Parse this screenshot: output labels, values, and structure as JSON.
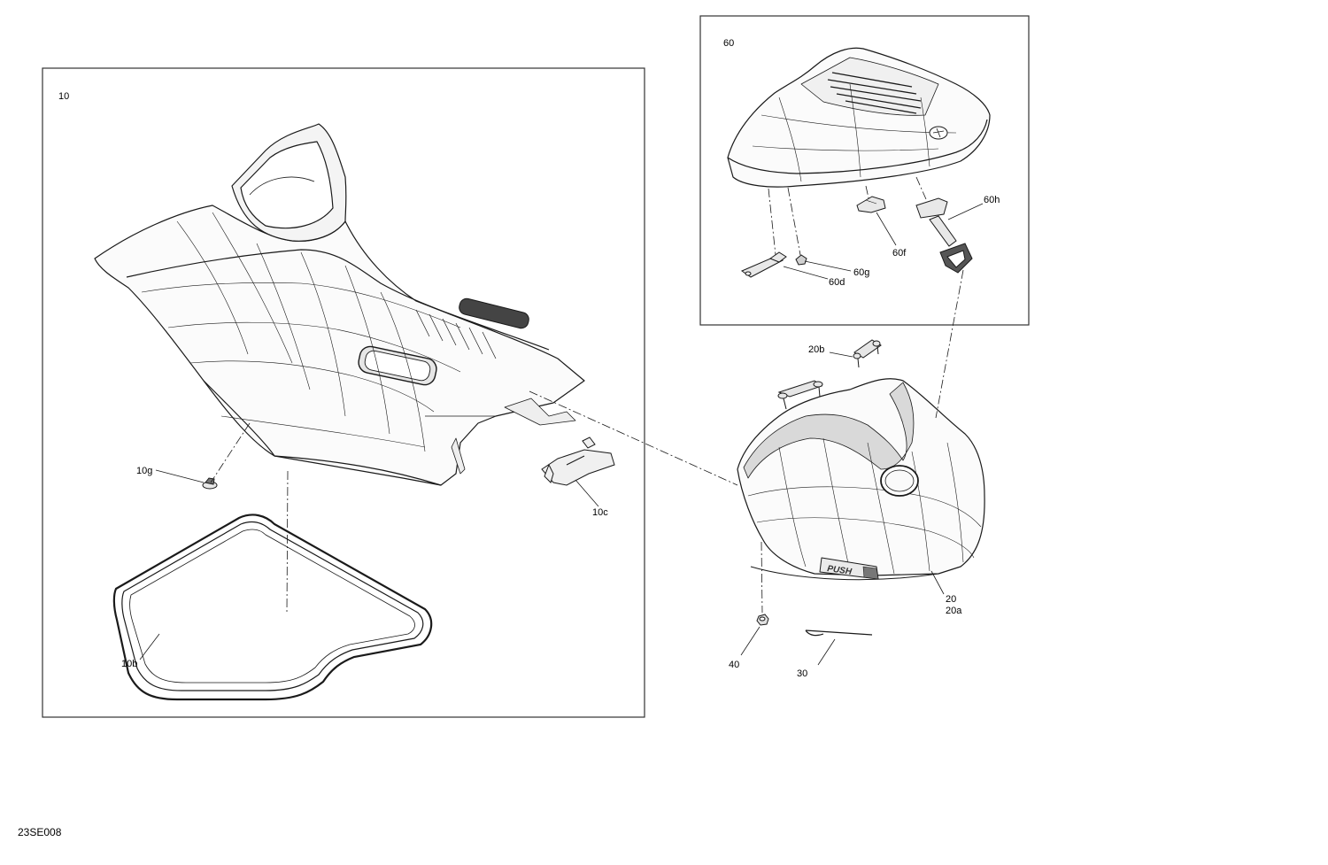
{
  "diagram": {
    "doc_code": "23SE008",
    "groups": {
      "group_10": "10",
      "group_60": "60"
    },
    "callouts": {
      "c10g": "10g",
      "c10c": "10c",
      "c10b": "10b",
      "c20": "20",
      "c20a": "20a",
      "c20b": "20b",
      "c30": "30",
      "c40": "40",
      "c60d": "60d",
      "c60f": "60f",
      "c60g": "60g",
      "c60h": "60h"
    },
    "decals": {
      "push": "PUSH"
    },
    "colors": {
      "line": "#1a1a1a",
      "fill_light": "#f4f4f4",
      "highlight": "#d9d9d9",
      "frame": "#333333"
    }
  }
}
